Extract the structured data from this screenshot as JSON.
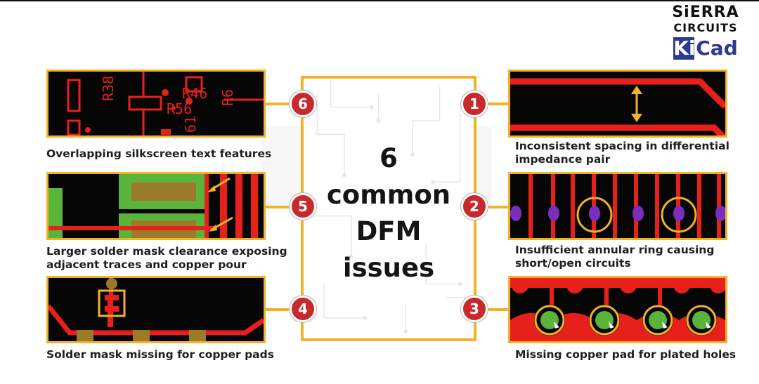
{
  "logo": {
    "brand_line1": "SiERRA",
    "brand_line2": "CIRCUITS",
    "kicad_k": "Ki",
    "kicad_rest": "Cad"
  },
  "center": {
    "lines": [
      "6",
      "common",
      "DFM",
      "issues"
    ]
  },
  "issues": [
    {
      "number": "1",
      "caption_lines": [
        "Inconsistent spacing in differential",
        "impedance pair"
      ]
    },
    {
      "number": "2",
      "caption_lines": [
        "Insufficient annular ring causing",
        "short/open circuits"
      ]
    },
    {
      "number": "3",
      "caption_lines": [
        "Missing copper pad for plated holes"
      ]
    },
    {
      "number": "4",
      "caption_lines": [
        "Solder mask missing for copper pads"
      ]
    },
    {
      "number": "5",
      "caption_lines": [
        "Larger solder mask clearance exposing",
        "adjacent traces and copper pour"
      ]
    },
    {
      "number": "6",
      "caption_lines": [
        "Overlapping silkscreen text features"
      ]
    }
  ],
  "silkscreen_labels": [
    "R38",
    "R46",
    "R56",
    "R6",
    "61"
  ],
  "colors": {
    "accent_gold": "#f1b225",
    "badge_red": "#c8292c",
    "trace_red": "#e8201c",
    "pcb_black": "#060606",
    "via_purple": "#7b2fbe",
    "pad_green": "#5ab43c",
    "pad_olive": "#9b7a2a",
    "kicad_blue": "#2c3a8f"
  }
}
